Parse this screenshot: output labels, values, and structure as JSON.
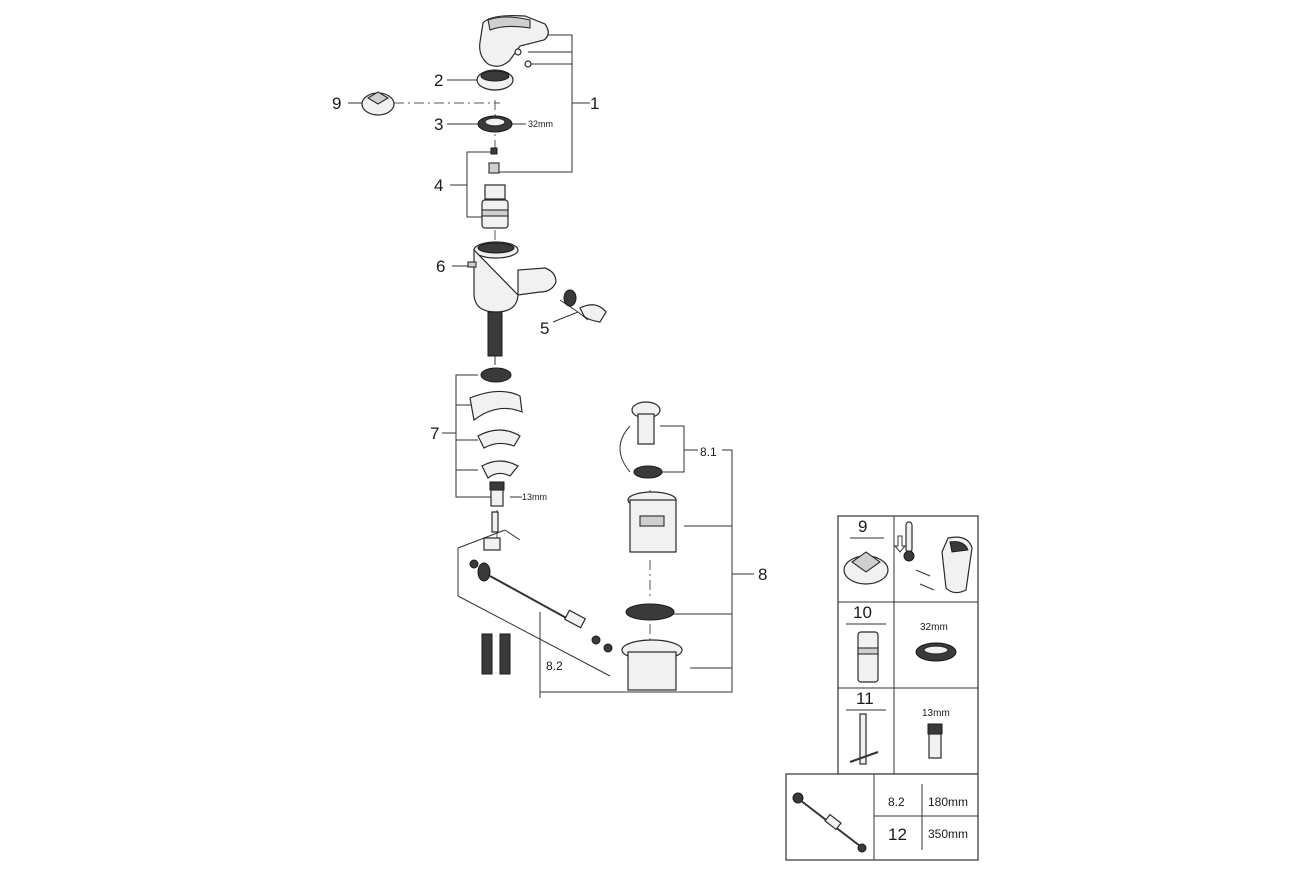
{
  "callouts": {
    "c1": "1",
    "c2": "2",
    "c3": "3",
    "c4": "4",
    "c5": "5",
    "c6": "6",
    "c7": "7",
    "c8": "8",
    "c9": "9",
    "c8_1": "8.1",
    "c8_2": "8.2"
  },
  "dimensions": {
    "d32": "32mm",
    "d13": "13mm"
  },
  "spare_parts_table": {
    "cell_9": "9",
    "cell_10": "10",
    "cell_10_dim": "32mm",
    "cell_11": "11",
    "cell_11_dim": "13mm",
    "row_8_2": "8.2",
    "row_8_2_len": "180mm",
    "row_12": "12",
    "row_12_len": "350mm"
  }
}
